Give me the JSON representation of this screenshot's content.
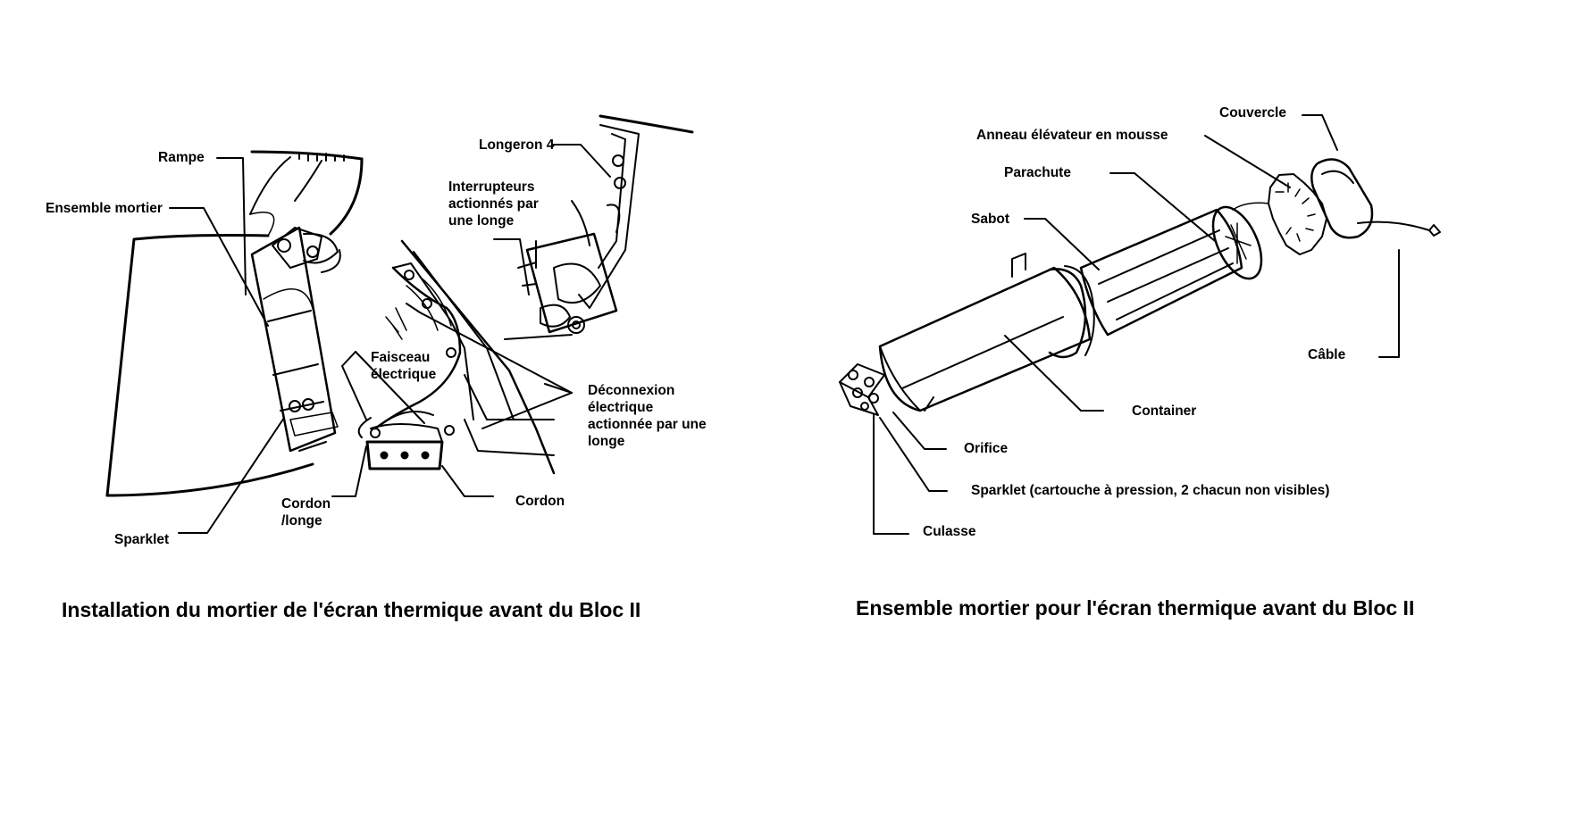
{
  "left_figure": {
    "caption": "Installation du mortier de l'écran thermique avant du Bloc II",
    "labels": {
      "rampe": "Rampe",
      "ensemble_mortier": "Ensemble mortier",
      "longeron": "Longeron 4",
      "interrupteurs": "Interrupteurs\nactionnés par\nune longe",
      "faisceau": "Faisceau\nélectrique",
      "deconnexion": "Déconnexion\nélectrique\nactionnée par une\nlonge",
      "cordon_longe": "Cordon\n/longe",
      "cordon": "Cordon",
      "sparklet": "Sparklet"
    }
  },
  "right_figure": {
    "caption": "Ensemble mortier pour l'écran thermique avant du Bloc II",
    "labels": {
      "couvercle": "Couvercle",
      "anneau": "Anneau élévateur en mousse",
      "parachute": "Parachute",
      "sabot": "Sabot",
      "cable": "Câble",
      "container": "Container",
      "orifice": "Orifice",
      "sparklet": "Sparklet (cartouche à pression, 2 chacun non visibles)",
      "culasse": "Culasse"
    }
  }
}
